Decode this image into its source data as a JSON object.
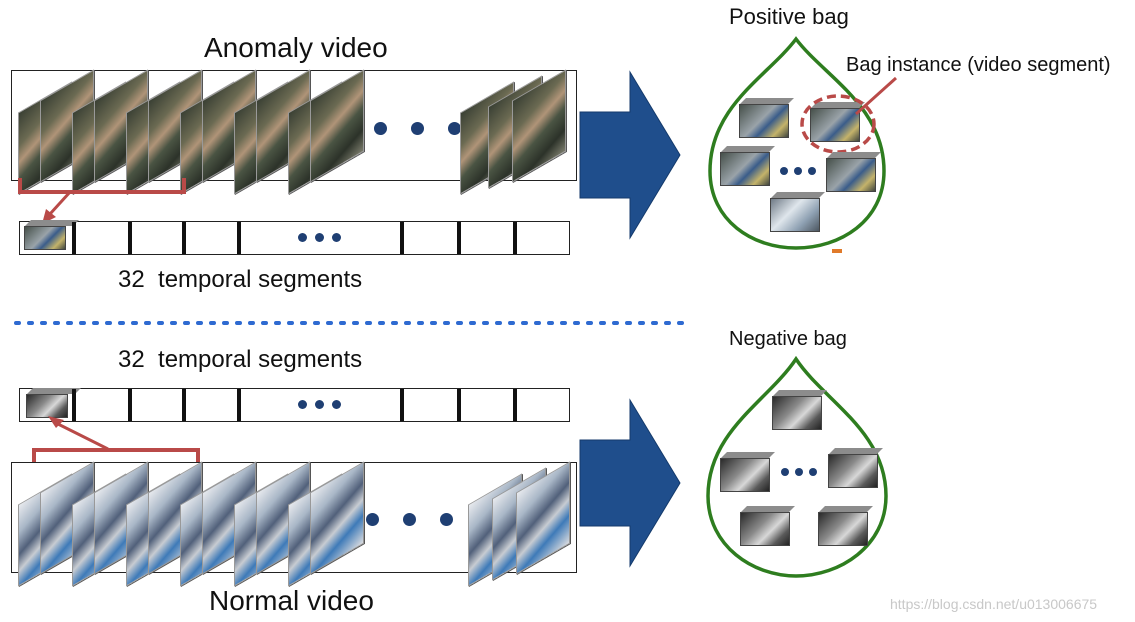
{
  "labels": {
    "anomaly_video": "Anomaly video",
    "normal_video": "Normal video",
    "segments_top": "32  temporal segments",
    "segments_bottom": "32  temporal segments",
    "positive_bag": "Positive bag",
    "negative_bag": "Negative bag",
    "bag_instance": "Bag instance (video segment)",
    "watermark": "https://blog.csdn.net/u013006675"
  },
  "colors": {
    "arrow_fill": "#1f4e8c",
    "bag_outline": "#2e7d1f",
    "bracket": "#b94a48",
    "dots": "#1f3f73",
    "instance_highlight": "#b94a48"
  },
  "icons": {
    "ellipsis": "ellipsis-dots",
    "arrow": "right-arrow",
    "bag": "drop-shaped-bag"
  }
}
